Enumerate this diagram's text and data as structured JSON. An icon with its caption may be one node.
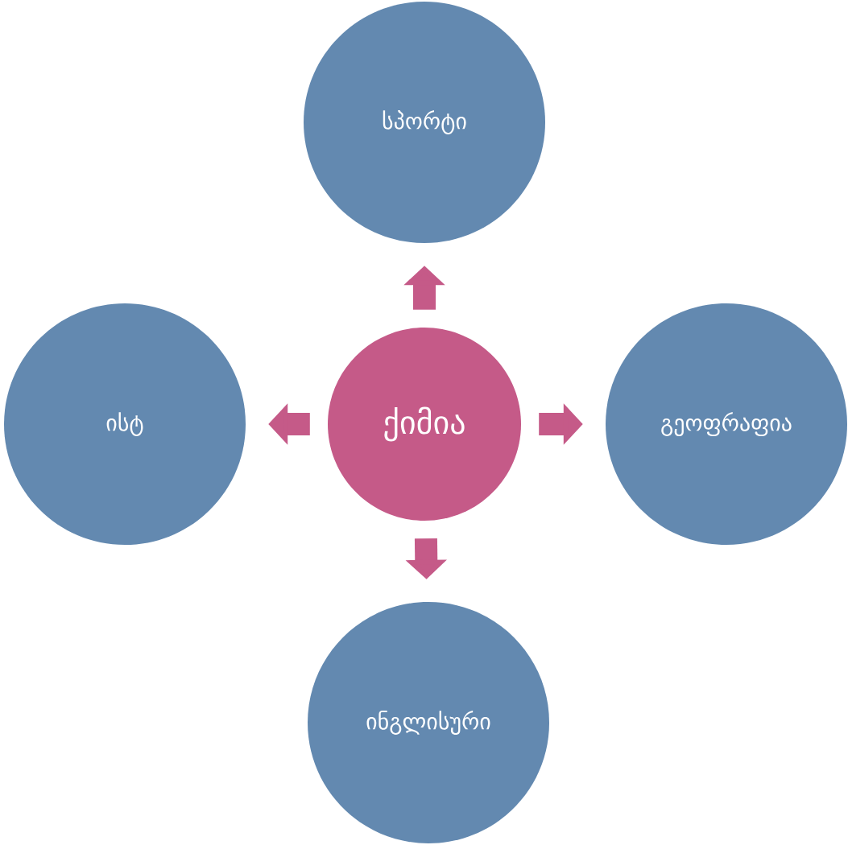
{
  "diagram": {
    "nodes": [
      {
        "text": [
          "სპორტი"
        ]
      },
      {
        "text": [
          "ისტ"
        ]
      },
      {
        "text": [
          "ქიმია"
        ]
      },
      {
        "text": [
          "გეოფრაფია"
        ]
      },
      {
        "text": [
          "ინგლისური"
        ]
      }
    ],
    "edges": [
      {
        "from": 2,
        "to": 0,
        "arrow": "to"
      },
      {
        "from": 2,
        "to": 1,
        "arrow": "to"
      },
      {
        "from": 2,
        "to": 3,
        "arrow": "to"
      },
      {
        "from": 2,
        "to": 4,
        "arrow": "to"
      }
    ]
  }
}
